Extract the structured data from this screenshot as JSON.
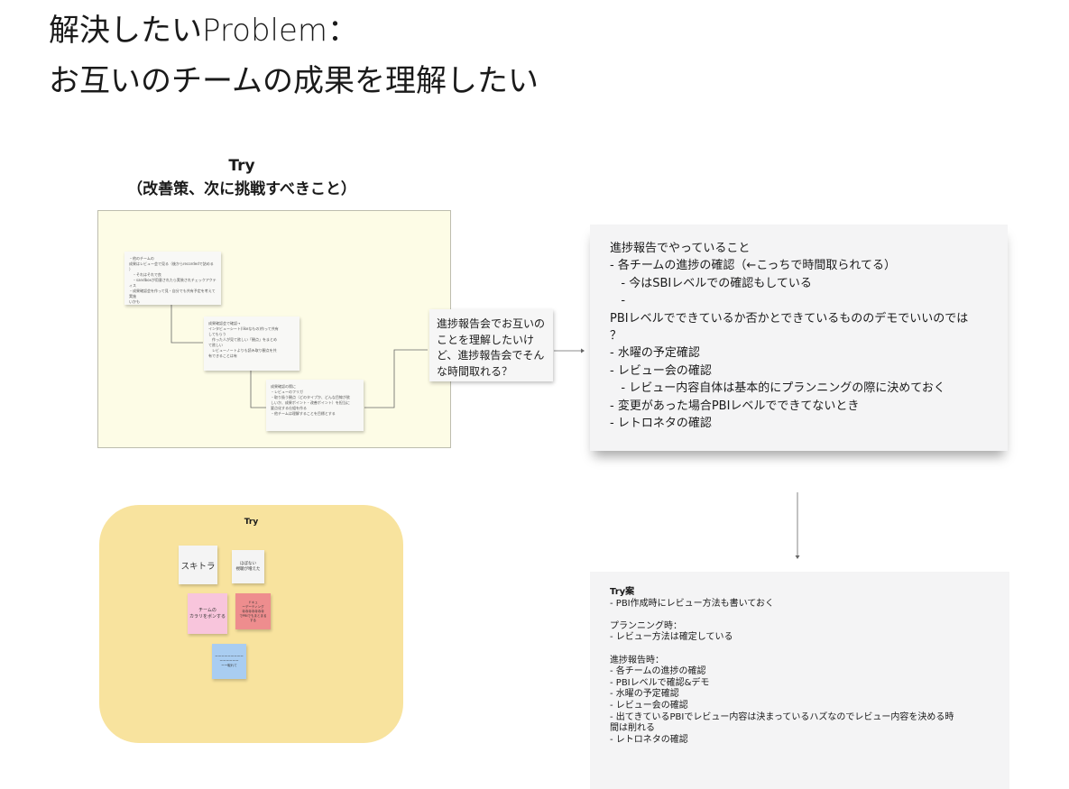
{
  "title": {
    "line1": "解決したいProblem：",
    "line2": "お互いのチームの成果を理解したい"
  },
  "try_heading": {
    "line1": "Try",
    "line2": "（改善策、次に挑戦すべきこと）"
  },
  "flow": {
    "note1": "・他のチームの\n成果はレビュー会で見る（後からrecordedで詰める\n）\n　・それはそれで良\n　・sandboxが用意されたら実装されチェックアクティス\n・成果確認会を作って見・自分でも共有予定を考えて実施\nいかも",
    "note2": "成果確認会で確認→\nインタビューシート(likeなもの)作って共有\nしてもらう\n　作った人が見て欲しい「観点」をまとめ\nて欲しい\n　レビューノートよりも読み取り観点を共\n有できることは有",
    "note3": "成果確認の際に\n・レビューのフリガ\n・取り扱う観点（どのタイプか、どんな目線が欲\nしいか、成果ポイント・改善ポイント）を担当に\n要点化する仕組を作る\n・他チームは理解することを目標とする",
    "question": "進捗報告会でお互いのことを理解したいけど、進捗報告会でそんな時間取れる？"
  },
  "progress_card": {
    "lines": [
      "進捗報告でやっていること",
      "- 各チームの進捗の確認（←こっちで時間取られてる）",
      "   - 今はSBIレベルでの確認もしている",
      "   -",
      "PBIレベルでできているか否かとできているもののデモでいいのでは",
      "？",
      "- 水曜の予定確認",
      "- レビュー会の確認",
      "   - レビュー内容自体は基本的にプランニングの際に決めておく",
      "- 変更があった場合PBIレベルでできてないとき",
      "- レトロネタの確認"
    ]
  },
  "try_card": {
    "heading": "Try案",
    "lines": [
      "- PBI作成時にレビュー方法も書いておく",
      "",
      "プランニング時：",
      "- レビュー方法は確定している",
      "",
      "進捗報告時：",
      "- 各チームの進捗の確認",
      "- PBIレベルで確認&デモ",
      "- 水曜の予定確認",
      "- レビュー会の確認",
      "- 出てきているPBIでレビュー内容は決まっているハズなのでレビュー内容を決める時",
      "間は削れる",
      "- レトロネタの確認"
    ]
  },
  "board": {
    "title": "Try",
    "stickies": [
      {
        "text": "スキトラ",
        "color": "#f4f4f4"
      },
      {
        "text": "ほぼない\n視聴が増えた",
        "color": "#f4f4f4"
      },
      {
        "text": "チームの\nカラリをボンする",
        "color": "#f8c5dc"
      },
      {
        "text": "ドキュ\nーデーティング\n寺寺寺寺寺寺寺\nでPBIでもまとまる\nする",
        "color": "#ee8d8e"
      },
      {
        "text": "ーーーーーーーーー\nーーーーーー\nーー取れて",
        "color": "#a9cdf1"
      }
    ]
  },
  "colors": {
    "frame_bg": "#fdfce6",
    "board_bg": "#f8e39e",
    "card_bg": "#f4f4f5"
  }
}
